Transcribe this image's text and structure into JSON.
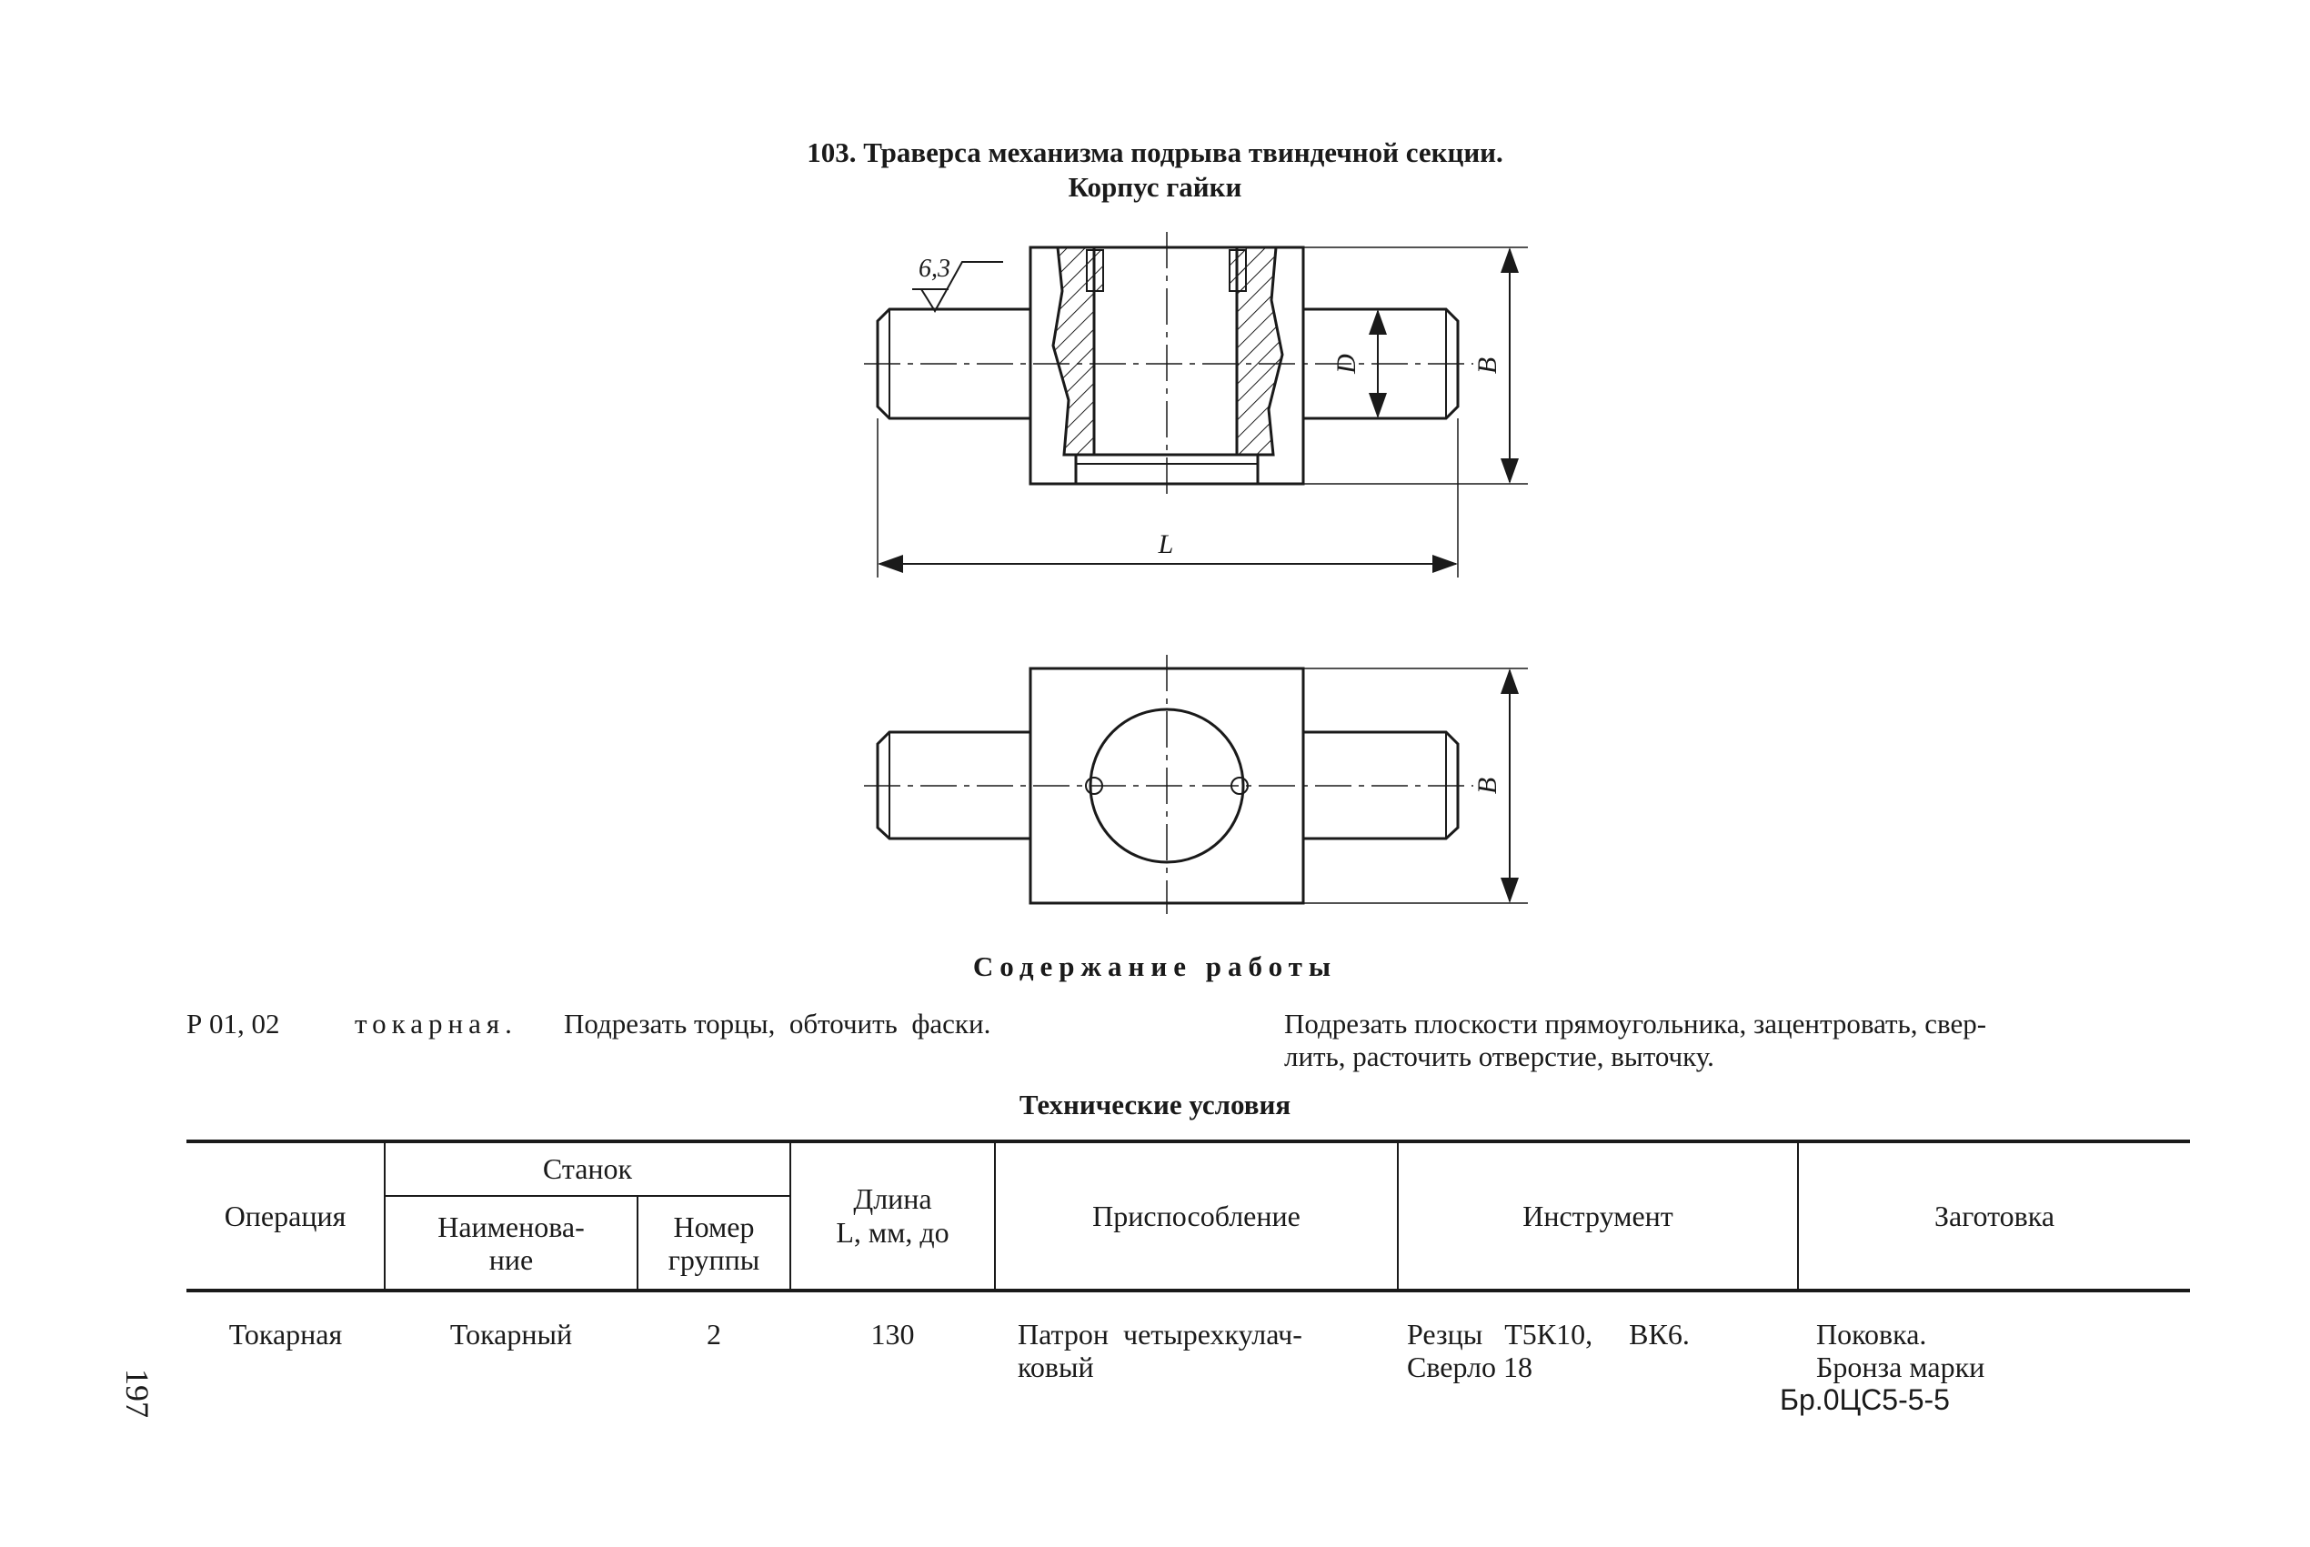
{
  "title": {
    "line1": "103. Траверса механизма подрыва твиндечной секции.",
    "line2": "Корпус гайки"
  },
  "drawing": {
    "roughness": "6,3",
    "dim_D": "D",
    "dim_B": "B",
    "dim_L": "L"
  },
  "content_heading": "Содержание работы",
  "work": {
    "op_code": "Р 01, 02",
    "op_name": "токарная.",
    "left_text": "Подрезать торцы,  обточить  фаски.",
    "right_line1": "Подрезать плоскости прямоугольника, зацентровать, свер-",
    "right_line2": "лить, расточить отверстие, выточку."
  },
  "specs_title": "Технические условия",
  "table": {
    "headers": {
      "operation": "Операция",
      "machine": "Станок",
      "machine_name": "Наименова-\nние",
      "machine_group": "Номер\nгруппы",
      "length": "Длина\nL, мм, до",
      "fixture": "Приспособление",
      "tool": "Инструмент",
      "blank": "Заготовка"
    },
    "row": {
      "operation": "Токарная",
      "machine_name": "Токарный",
      "machine_group": "2",
      "length": "130",
      "fixture_line1": "Патрон  четырехкулач-",
      "fixture_line2": "ковый",
      "tool_line1": "Резцы   Т5К10,     ВК6.",
      "tool_line2": "Сверло 18",
      "blank_line1": "Поковка.",
      "blank_line2": "Бронза марки",
      "blank_line3": "Бр.0ЦС5-5-5"
    }
  },
  "page_number": "197"
}
